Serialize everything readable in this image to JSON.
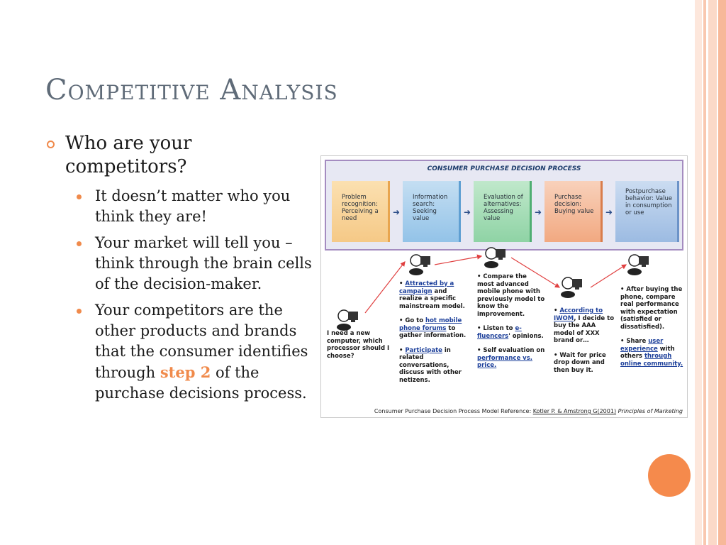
{
  "slide": {
    "title": "Competitive Analysis",
    "bullet": "Who are your competitors?",
    "sub_bullets": [
      {
        "text": "It doesn’t matter who you think they are!"
      },
      {
        "text": "Your market will tell you – think through the brain cells of the decision-maker."
      },
      {
        "pre": "Your competitors are the other products and brands that the consumer identifies through ",
        "highlight": "step 2",
        "post": " of the purchase decisions process."
      }
    ]
  },
  "figure": {
    "title": "CONSUMER PURCHASE DECISION PROCESS",
    "stages": [
      {
        "text": "Problem recognition: Perceiving a need",
        "color": "#f5c987"
      },
      {
        "text": "Information search: Seeking value",
        "color": "#93c3e8"
      },
      {
        "text": "Evaluation of alternatives: Assessing value",
        "color": "#8fd3a5"
      },
      {
        "text": "Purchase decision: Buying value",
        "color": "#f2a981"
      },
      {
        "text": "Postpurchase behavior: Value in consumption or use",
        "color": "#9cbbe2"
      }
    ],
    "q1": "I need a new computer, which processor should I choose?",
    "c2": {
      "a_pre": "• ",
      "a_link": "Attracted by a campaign",
      "a_post": " and realize a specific mainstream model.",
      "b_pre": "• Go to ",
      "b_link": "hot mobile phone forums",
      "b_post": " to gather information.",
      "c_pre": "• ",
      "c_link": "Participate",
      "c_post": " in related conversations, discuss with other netizens."
    },
    "c3": {
      "a": "• Compare the most advanced mobile phone with previously model to know the improvement.",
      "b_pre": "• Listen to ",
      "b_link": "e-fluencers",
      "b_post": "' opinions.",
      "c_pre": "• Self evaluation on ",
      "c_link": "performance vs. price."
    },
    "c4": {
      "a_pre": "• ",
      "a_link": "According to IWOM",
      "a_post": ", I decide to buy the AAA model of XXX brand or…",
      "b": "• Wait for price drop down and then buy it."
    },
    "c5": {
      "a": "• After buying the phone, compare real performance with expectation (satisfied or dissatisfied).",
      "b_pre": "• Share ",
      "b_link": "user experience",
      "b_mid": " with others ",
      "b_link2": "through online community."
    },
    "reference_pre": "Consumer Purchase Decision Process Model Reference: ",
    "reference_authors": "Kotler P. & Amstrong G(2001)",
    "reference_book": "Principles of Marketing"
  },
  "colors": {
    "accent": "#f08a4b",
    "title": "#5f6b78",
    "stripes": [
      "#fde7dc",
      "#f9c8b0",
      "#fbd9c8",
      "#f7b899"
    ]
  }
}
